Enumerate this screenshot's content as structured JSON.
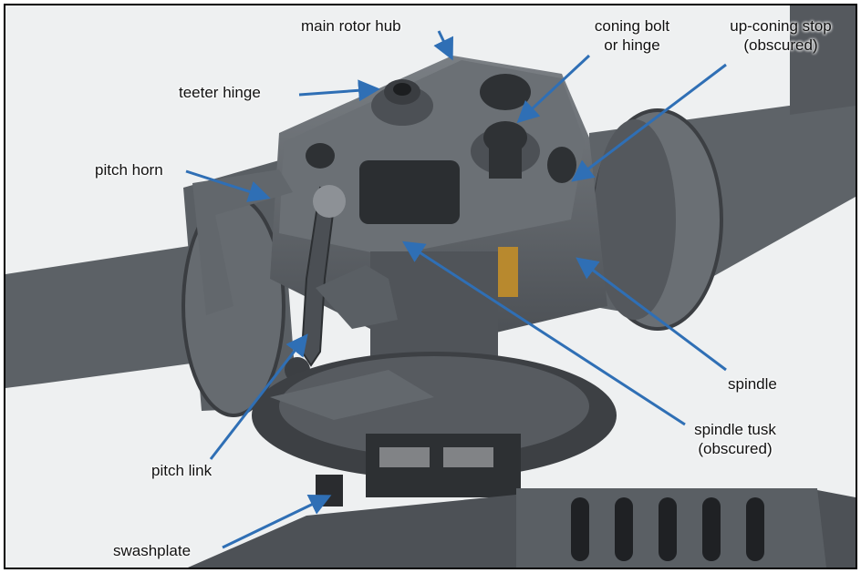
{
  "labels": {
    "main_rotor_hub": "main rotor hub",
    "teeter_hinge": "teeter hinge",
    "coning_bolt_line1": "coning bolt",
    "coning_bolt_line2": "or hinge",
    "up_coning_stop_line1": "up-coning stop",
    "up_coning_stop_line2": "(obscured)",
    "pitch_horn": "pitch horn",
    "spindle": "spindle",
    "spindle_tusk_line1": "spindle tusk",
    "spindle_tusk_line2": "(obscured)",
    "pitch_link": "pitch link",
    "swashplate": "swashplate"
  },
  "colors": {
    "arrow": "#2f6fb5",
    "metal_gray": "#5f6368",
    "sky": "#f2f3f4"
  }
}
